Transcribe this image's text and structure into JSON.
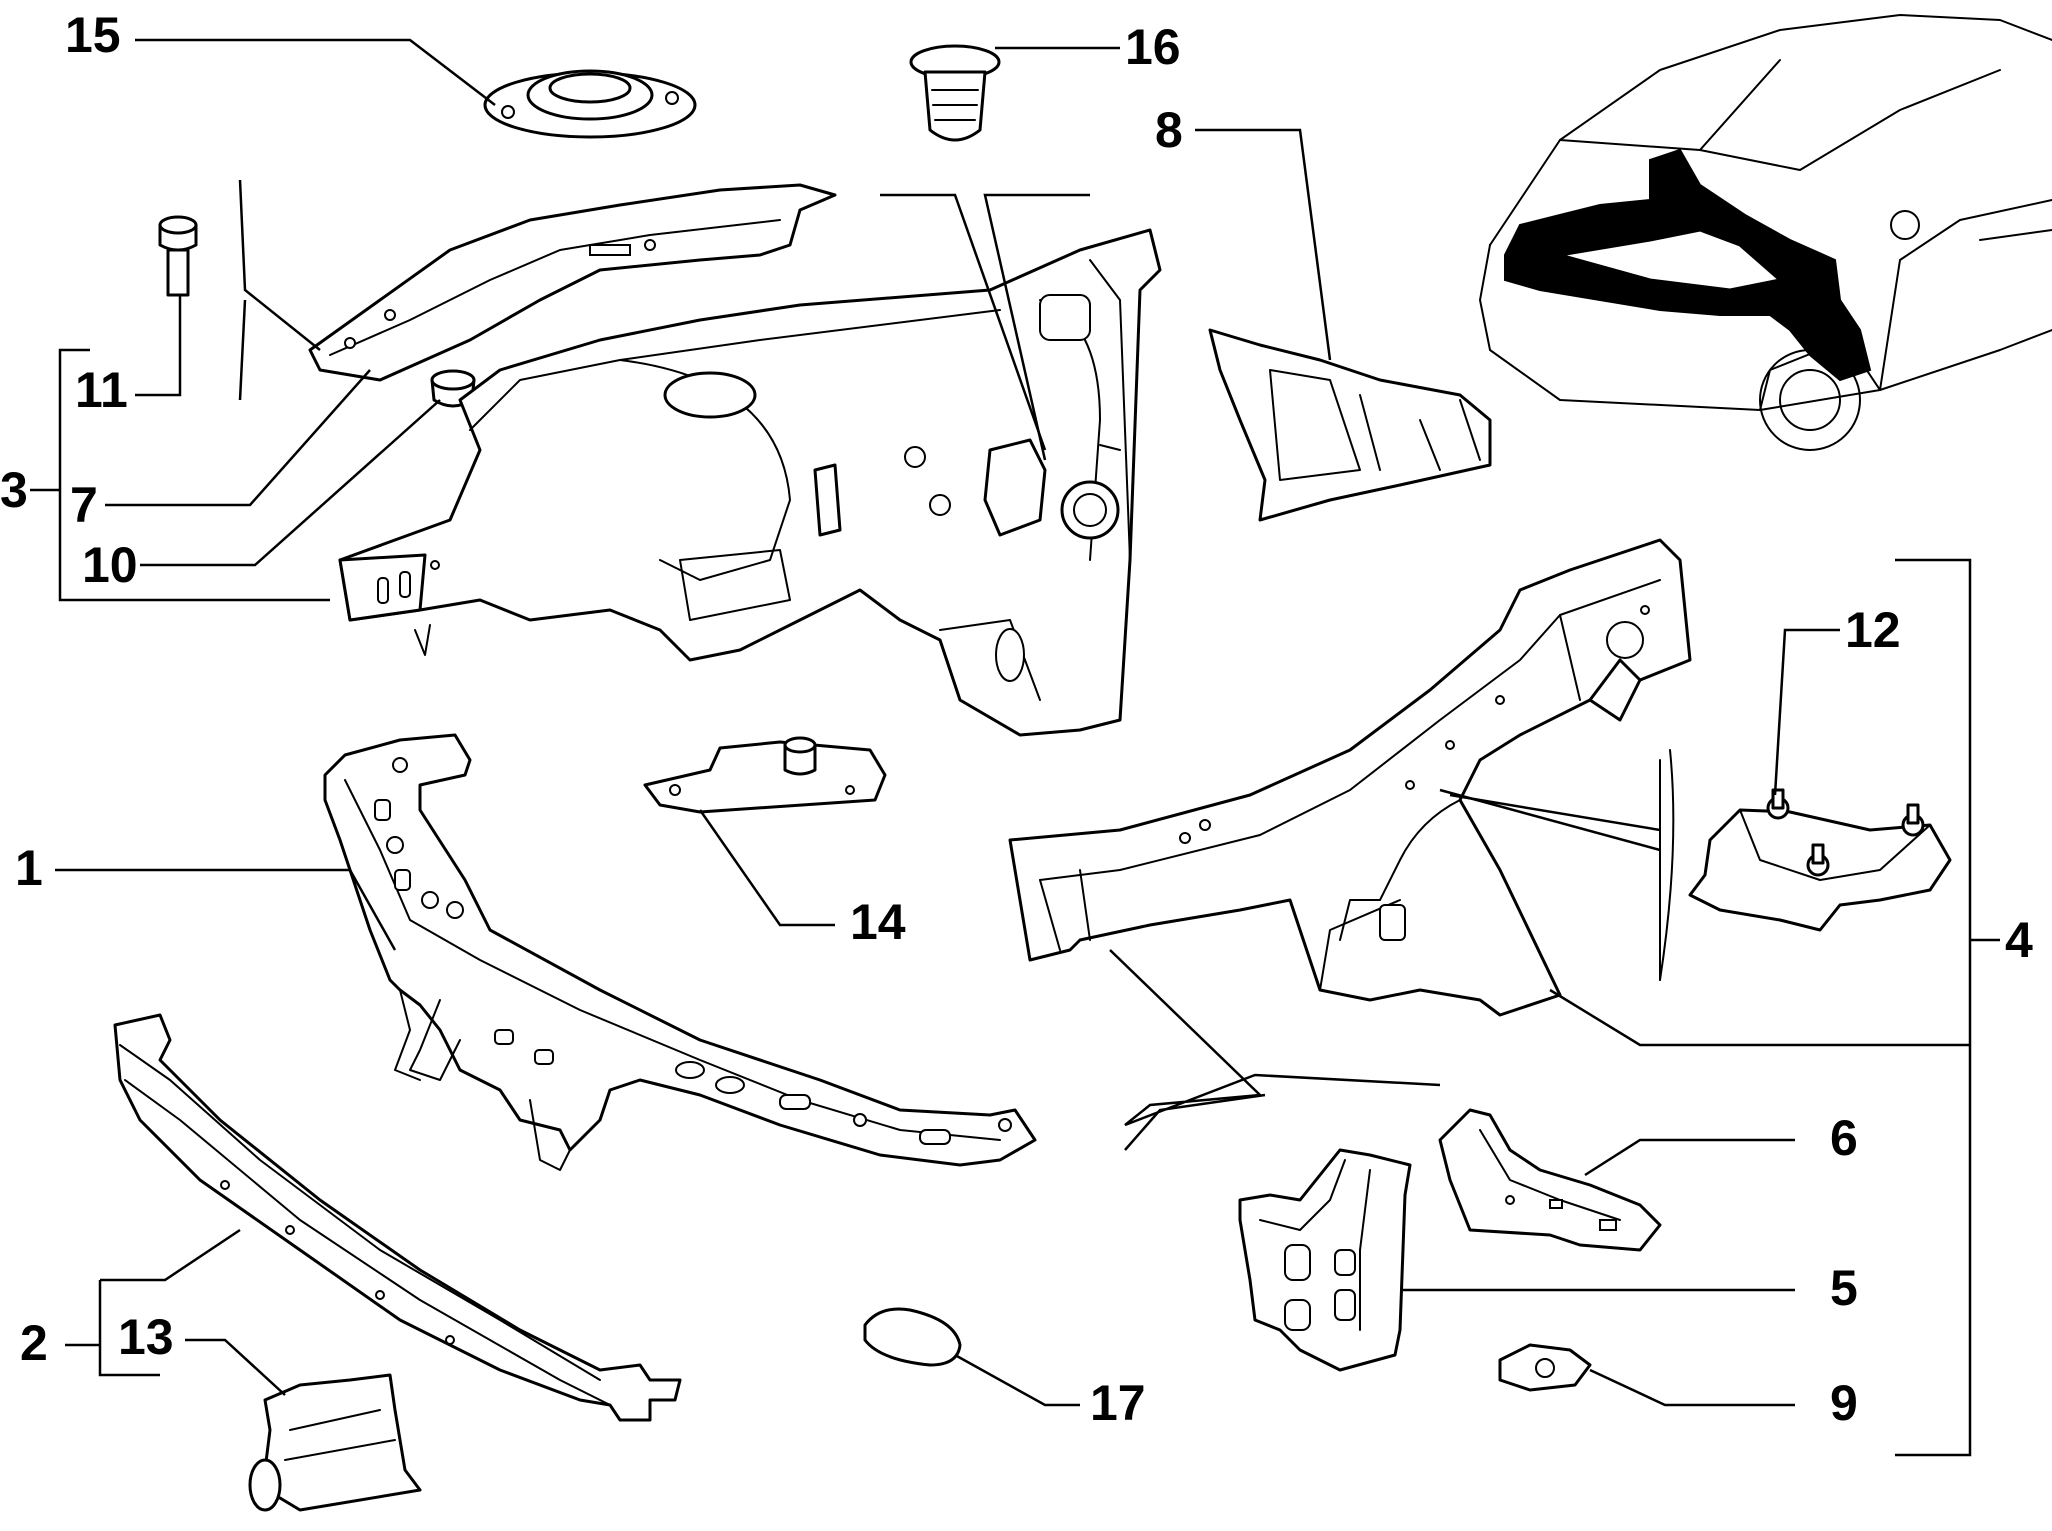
{
  "callouts": [
    {
      "id": "1",
      "text": "1"
    },
    {
      "id": "2",
      "text": "2"
    },
    {
      "id": "3",
      "text": "3"
    },
    {
      "id": "4",
      "text": "4"
    },
    {
      "id": "5",
      "text": "5"
    },
    {
      "id": "6",
      "text": "6"
    },
    {
      "id": "7",
      "text": "7"
    },
    {
      "id": "8",
      "text": "8"
    },
    {
      "id": "9",
      "text": "9"
    },
    {
      "id": "10",
      "text": "10"
    },
    {
      "id": "11",
      "text": "11"
    },
    {
      "id": "12",
      "text": "12"
    },
    {
      "id": "13",
      "text": "13"
    },
    {
      "id": "14",
      "text": "14"
    },
    {
      "id": "15",
      "text": "15"
    },
    {
      "id": "16",
      "text": "16"
    },
    {
      "id": "17",
      "text": "17"
    }
  ],
  "colors": {
    "line": "#000000",
    "background": "#ffffff"
  }
}
